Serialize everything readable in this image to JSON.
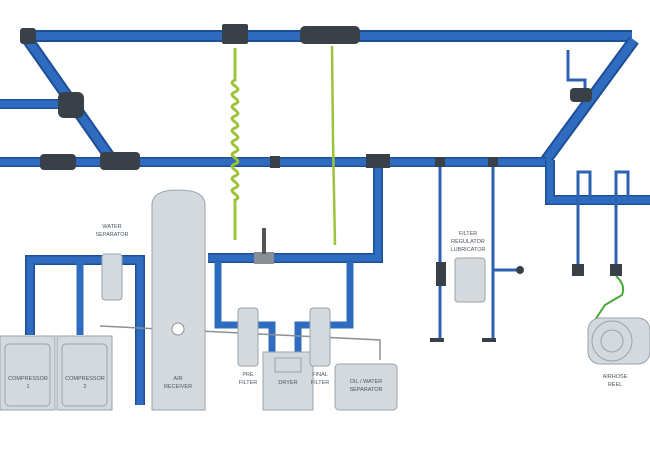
{
  "title": "Compressed air piping system layout",
  "labels": {
    "water_separator": [
      "WATER",
      "SEPARATOR"
    ],
    "compressor_1": [
      "COMPRESSOR",
      "1"
    ],
    "compressor_2": [
      "COMPRESSOR",
      "2"
    ],
    "air_receiver": [
      "AIR",
      "RECEIVER"
    ],
    "pre_filter": [
      "PRE",
      "FILTER"
    ],
    "dryer": [
      "DRYER"
    ],
    "final_filter": [
      "FINAL",
      "FILTER"
    ],
    "oil_water_separator": [
      "OIL / WATER",
      "SEPARATOR"
    ],
    "frl": [
      "FILTER",
      "REGULATOR",
      "LUBRICATOR"
    ],
    "airhose_reel": [
      "AIRHOSE",
      "REEL"
    ]
  },
  "colors": {
    "pipe": "#2f6cc0",
    "hose": "#9cc43a",
    "equipment": "#d4d9de"
  }
}
